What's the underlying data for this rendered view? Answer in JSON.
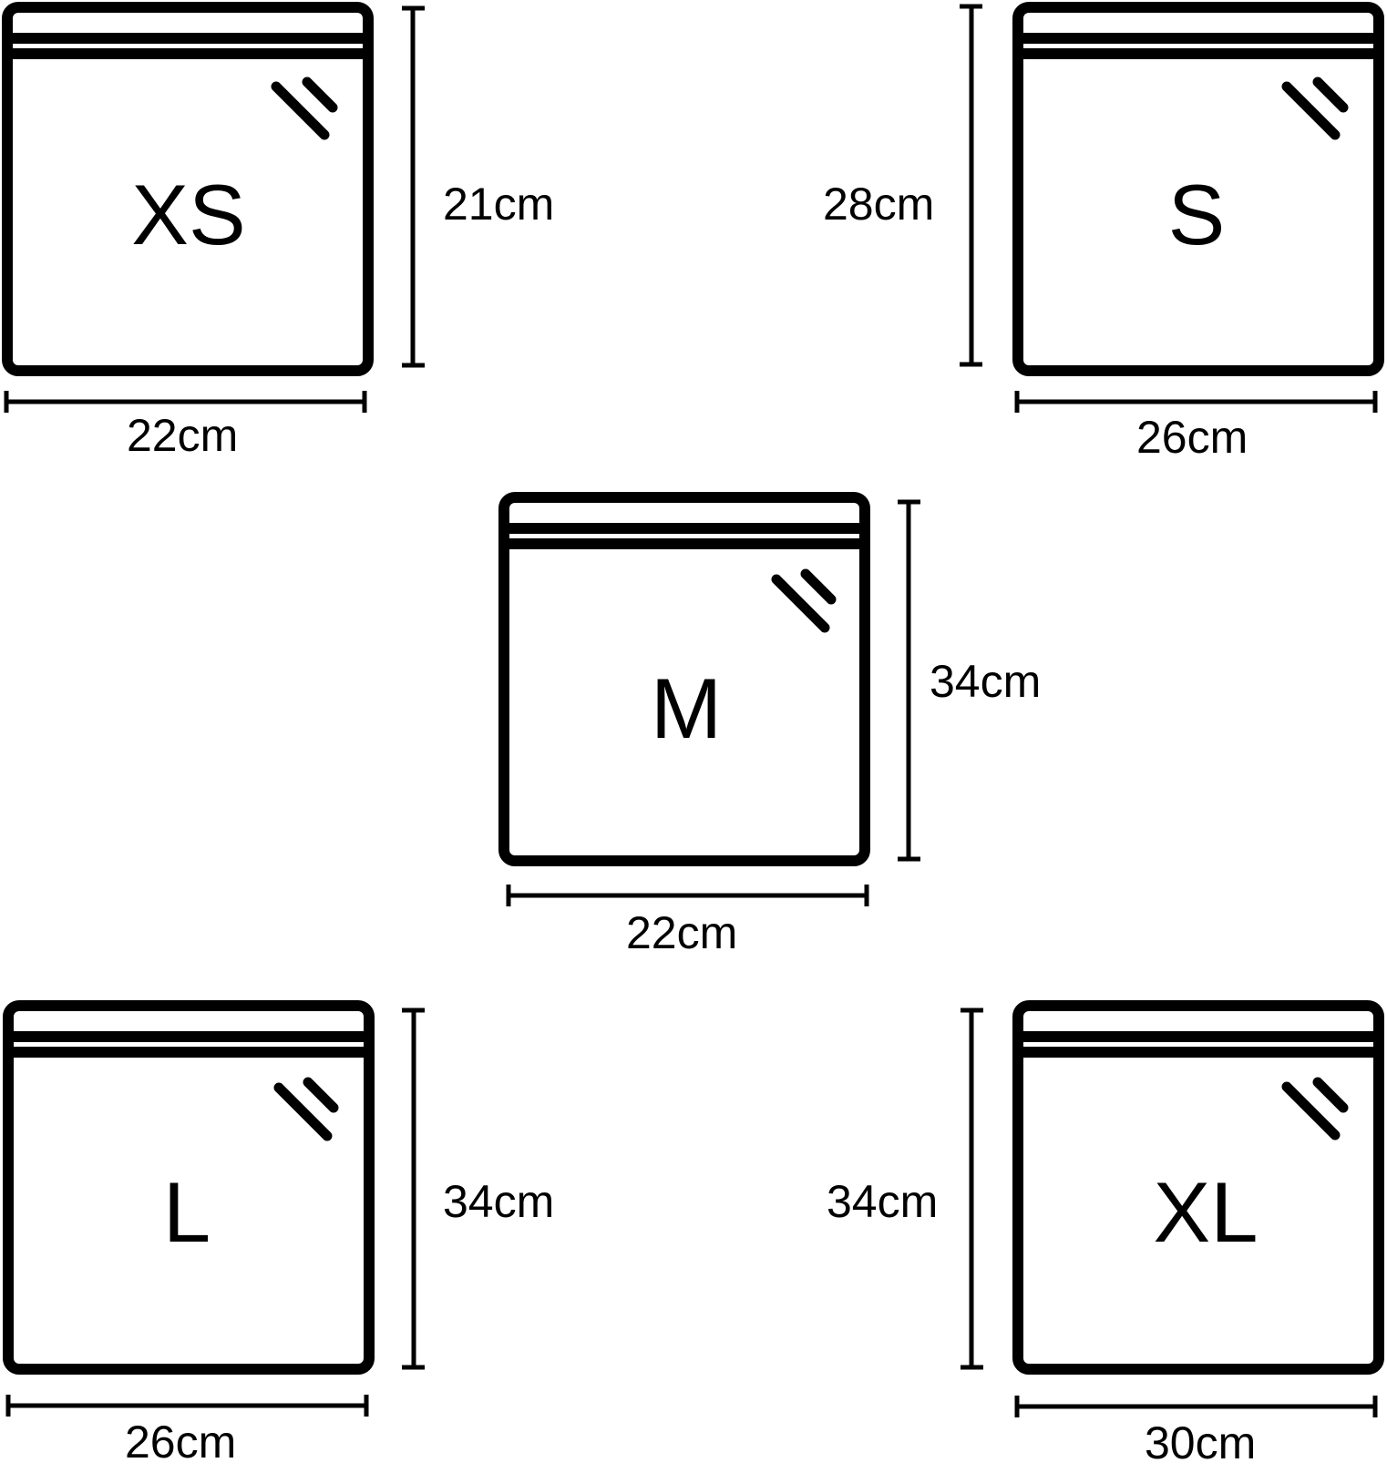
{
  "bags": [
    {
      "size": "XS",
      "width_label": "22cm",
      "height_label": "21cm"
    },
    {
      "size": "S",
      "width_label": "26cm",
      "height_label": "28cm"
    },
    {
      "size": "M",
      "width_label": "22cm",
      "height_label": "34cm"
    },
    {
      "size": "L",
      "width_label": "26cm",
      "height_label": "34cm"
    },
    {
      "size": "XL",
      "width_label": "30cm",
      "height_label": "34cm"
    }
  ],
  "colors": {
    "stroke": "#000000",
    "background": "#ffffff"
  },
  "icons": {
    "bag": "zip-bag-icon",
    "tear_notch": "tear-notch-icon"
  }
}
